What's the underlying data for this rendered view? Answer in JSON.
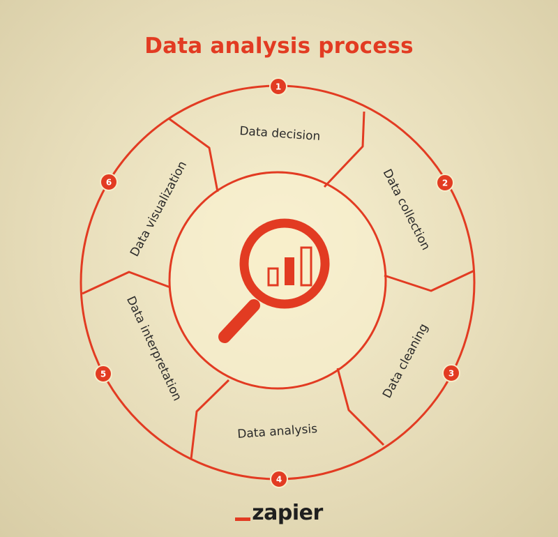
{
  "title": "Data analysis process",
  "colors": {
    "accent": "#e23b22",
    "background": "#efe6c6",
    "text": "#2a2a2a"
  },
  "center_icon": "magnifier-bar-chart-icon",
  "steps": [
    {
      "number": "1",
      "label": "Data decision"
    },
    {
      "number": "2",
      "label": "Data collection"
    },
    {
      "number": "3",
      "label": "Data cleaning"
    },
    {
      "number": "4",
      "label": "Data analysis"
    },
    {
      "number": "5",
      "label": "Data interpretation"
    },
    {
      "number": "6",
      "label": "Data visualization"
    }
  ],
  "logo": {
    "text": "zapier"
  }
}
